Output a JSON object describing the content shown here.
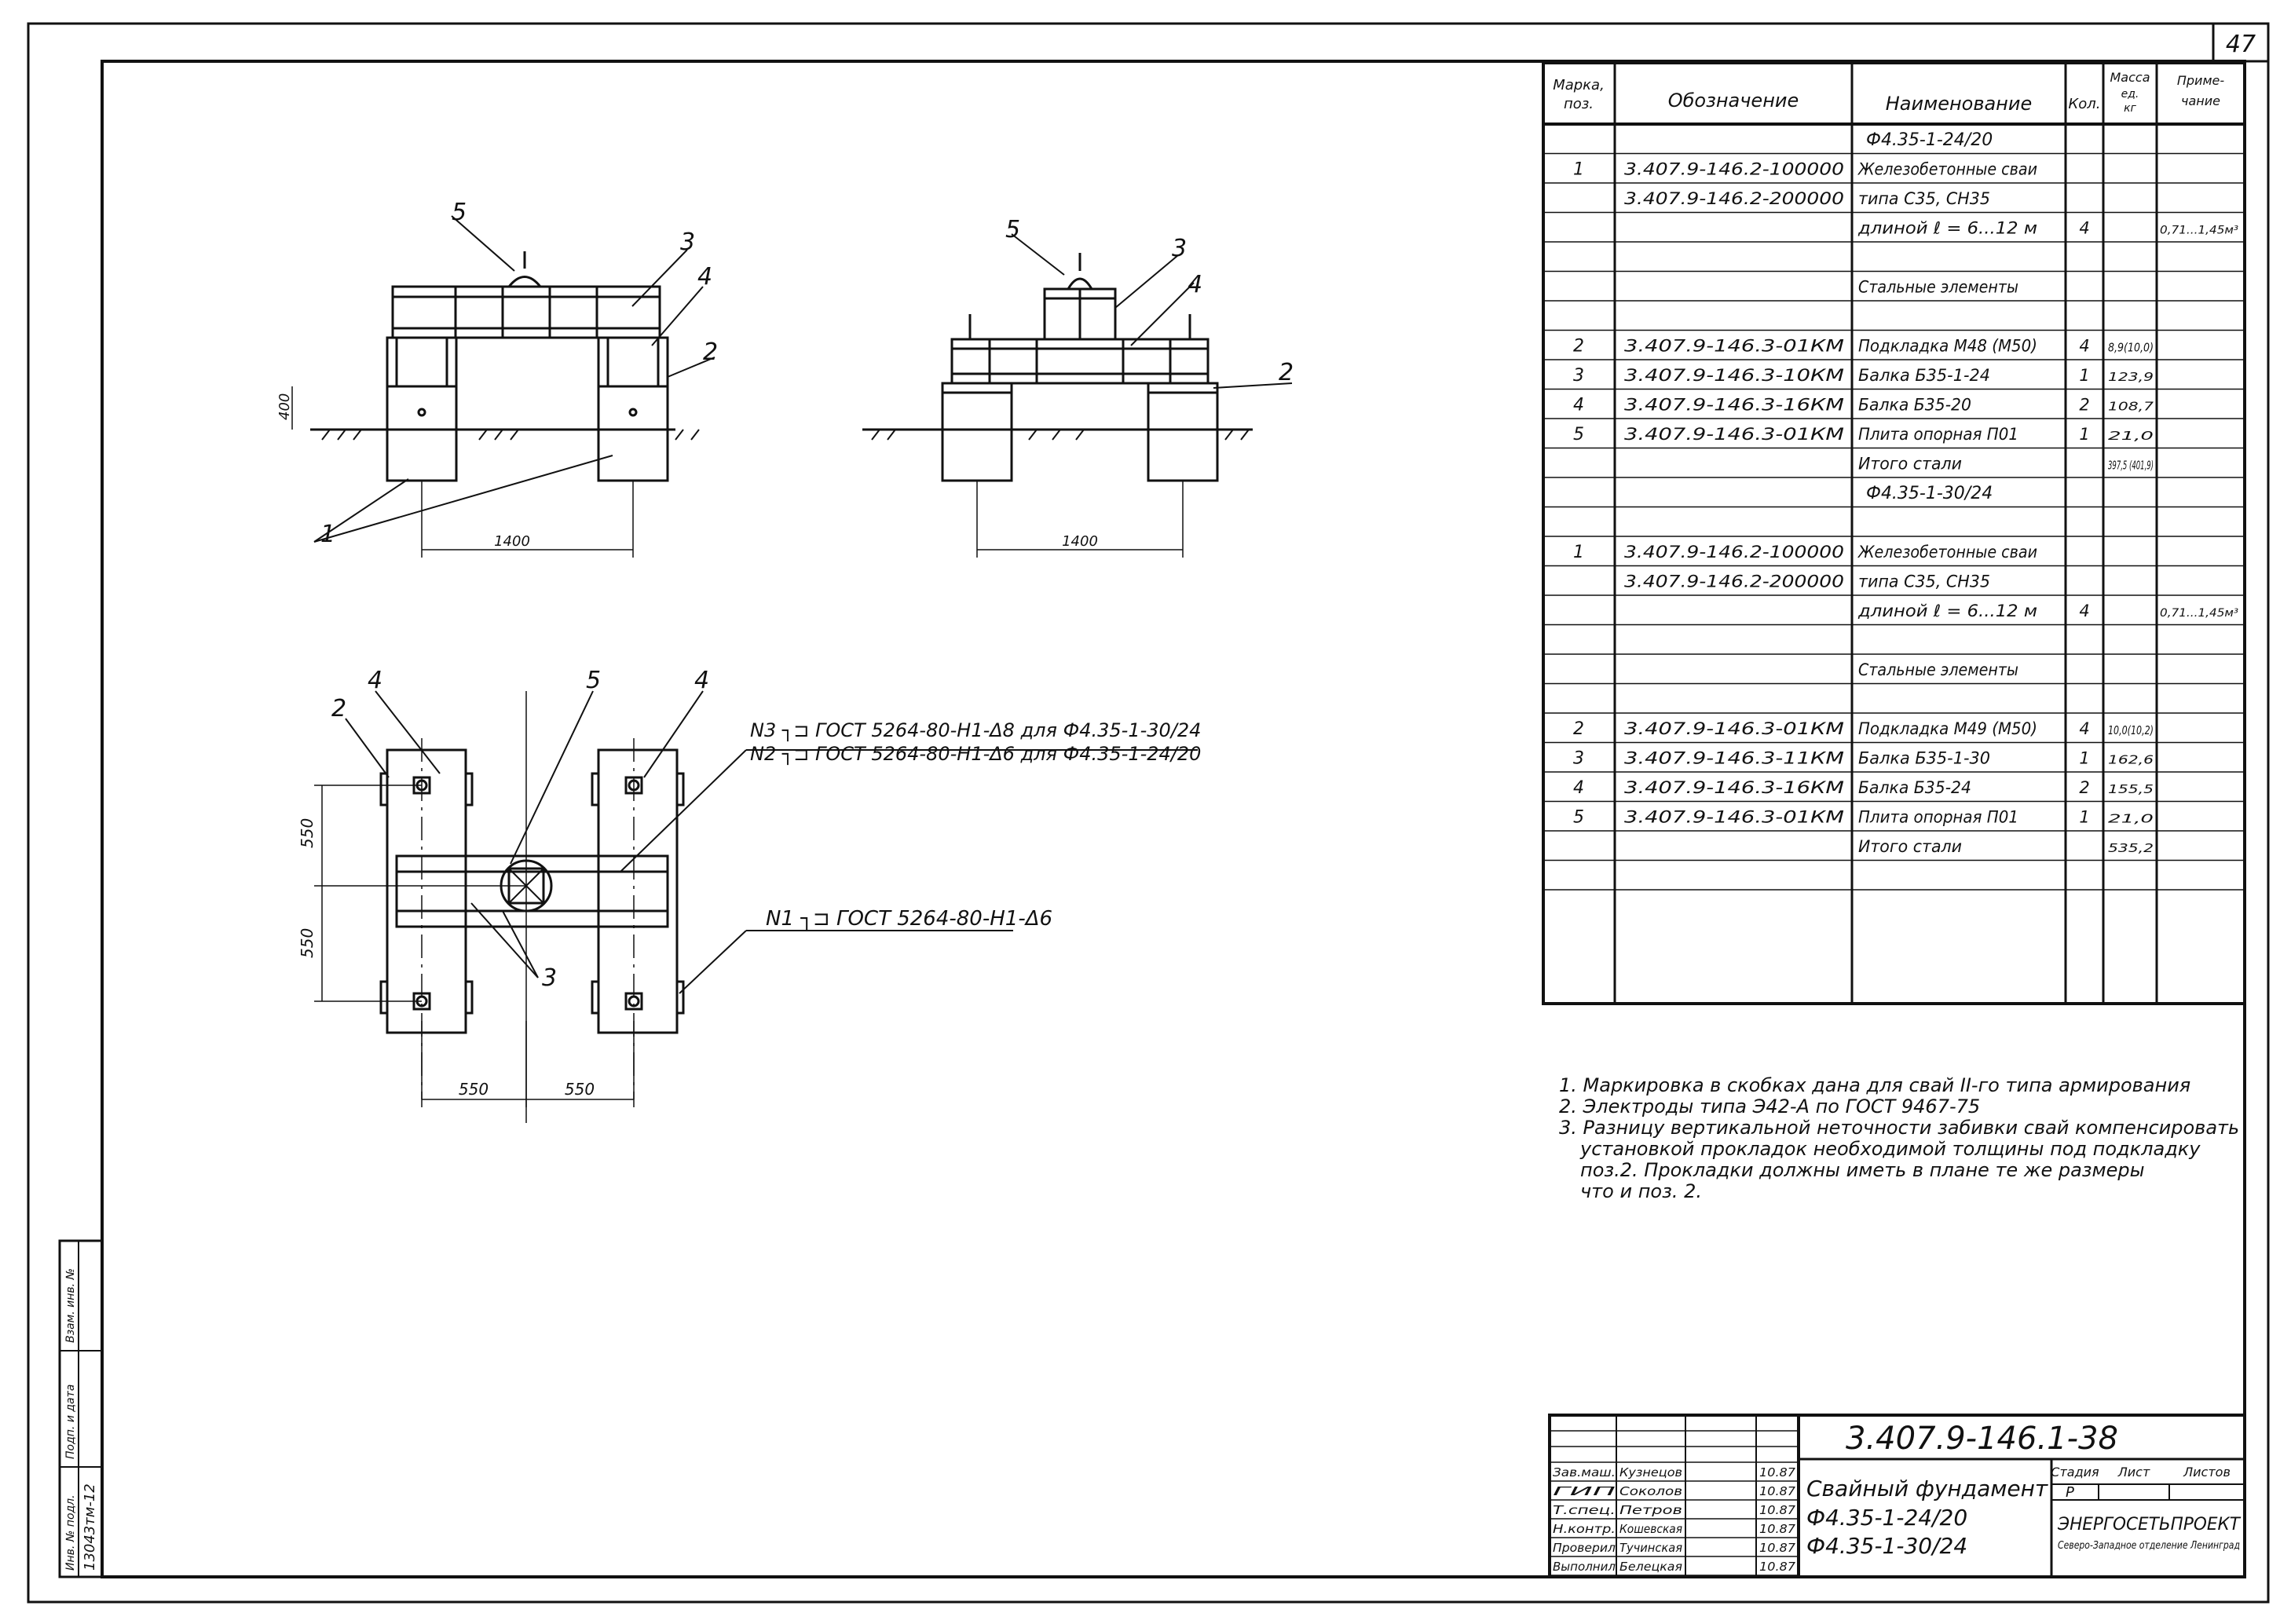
{
  "sheet_number": "47",
  "spec_table": {
    "headers": {
      "mark": "Марка, поз.",
      "designation": "Обозначение",
      "name": "Наименование",
      "qty": "Кол.",
      "mass": "Масса ед. кг",
      "note": "Приме- чание"
    },
    "sections": [
      {
        "title": "Ф4.35-1-24/20",
        "rows": [
          {
            "pos": "1",
            "desig": "3.407.9-146.2-100000",
            "name": "Железобетонные сваи",
            "qty": "",
            "mass": "",
            "note": ""
          },
          {
            "pos": "",
            "desig": "3.407.9-146.2-200000",
            "name": "типа С35, СН35",
            "qty": "",
            "mass": "",
            "note": ""
          },
          {
            "pos": "",
            "desig": "",
            "name": "длиной ℓ = 6...12 м",
            "qty": "4",
            "mass": "",
            "note": "0,71...1,45м³"
          },
          {
            "pos": "",
            "desig": "",
            "name": "",
            "qty": "",
            "mass": "",
            "note": ""
          },
          {
            "pos": "",
            "desig": "",
            "name": "Стальные элементы",
            "qty": "",
            "mass": "",
            "note": ""
          },
          {
            "pos": "",
            "desig": "",
            "name": "",
            "qty": "",
            "mass": "",
            "note": ""
          },
          {
            "pos": "2",
            "desig": "3.407.9-146.3-01КМ",
            "name": "Подкладка М48 (М50)",
            "qty": "4",
            "mass": "8,9(10,0)",
            "note": ""
          },
          {
            "pos": "3",
            "desig": "3.407.9-146.3-10КМ",
            "name": "Балка Б35-1-24",
            "qty": "1",
            "mass": "123,9",
            "note": ""
          },
          {
            "pos": "4",
            "desig": "3.407.9-146.3-16КМ",
            "name": "Балка Б35-20",
            "qty": "2",
            "mass": "108,7",
            "note": ""
          },
          {
            "pos": "5",
            "desig": "3.407.9-146.3-01КМ",
            "name": "Плита опорная П01",
            "qty": "1",
            "mass": "21,0",
            "note": ""
          },
          {
            "pos": "",
            "desig": "",
            "name": "Итого стали",
            "qty": "",
            "mass": "397,5 (401,9)",
            "note": ""
          }
        ]
      },
      {
        "title": "Ф4.35-1-30/24",
        "rows": [
          {
            "pos": "",
            "desig": "",
            "name": "",
            "qty": "",
            "mass": "",
            "note": ""
          },
          {
            "pos": "1",
            "desig": "3.407.9-146.2-100000",
            "name": "Железобетонные сваи",
            "qty": "",
            "mass": "",
            "note": ""
          },
          {
            "pos": "",
            "desig": "3.407.9-146.2-200000",
            "name": "типа С35, СН35",
            "qty": "",
            "mass": "",
            "note": ""
          },
          {
            "pos": "",
            "desig": "",
            "name": "длиной ℓ = 6...12 м",
            "qty": "4",
            "mass": "",
            "note": "0,71...1,45м³"
          },
          {
            "pos": "",
            "desig": "",
            "name": "",
            "qty": "",
            "mass": "",
            "note": ""
          },
          {
            "pos": "",
            "desig": "",
            "name": "Стальные элементы",
            "qty": "",
            "mass": "",
            "note": ""
          },
          {
            "pos": "",
            "desig": "",
            "name": "",
            "qty": "",
            "mass": "",
            "note": ""
          },
          {
            "pos": "2",
            "desig": "3.407.9-146.3-01КМ",
            "name": "Подкладка М49 (М50)",
            "qty": "4",
            "mass": "10,0(10,2)",
            "note": ""
          },
          {
            "pos": "3",
            "desig": "3.407.9-146.3-11КМ",
            "name": "Балка Б35-1-30",
            "qty": "1",
            "mass": "162,6",
            "note": ""
          },
          {
            "pos": "4",
            "desig": "3.407.9-146.3-16КМ",
            "name": "Балка Б35-24",
            "qty": "2",
            "mass": "155,5",
            "note": ""
          },
          {
            "pos": "5",
            "desig": "3.407.9-146.3-01КМ",
            "name": "Плита опорная П01",
            "qty": "1",
            "mass": "21,0",
            "note": ""
          },
          {
            "pos": "",
            "desig": "",
            "name": "Итого стали",
            "qty": "",
            "mass": "535,2",
            "note": ""
          },
          {
            "pos": "",
            "desig": "",
            "name": "",
            "qty": "",
            "mass": "",
            "note": ""
          }
        ]
      }
    ]
  },
  "notes": [
    "1. Маркировка в скобках дана для свай II-го типа армирования",
    "2. Электроды типа Э42-А по ГОСТ 9467-75",
    "3. Разницу вертикальной неточности забивки свай компенсировать",
    "установкой прокладок необходимой толщины под подкладку",
    "поз.2. Прокладки должны иметь в плане те же размеры",
    "что и поз. 2."
  ],
  "weld_labels": {
    "n3": "N3 ┐⊐ ГОСТ 5264-80-Н1-Δ8 для Ф4.35-1-30/24",
    "n2": "N2 ┐⊐ ГОСТ 5264-80-Н1-Δ6 для Ф4.35-1-24/20",
    "n1": "N1 ┐⊐ ГОСТ 5264-80-Н1-Δ6"
  },
  "drawing_labels": {
    "callouts": [
      "1",
      "2",
      "3",
      "4",
      "5"
    ],
    "dim_400": "400",
    "dim_1400": "1400",
    "dim_550": "550"
  },
  "title_block": {
    "doc_code": "3.407.9-146.1-38",
    "description": [
      "Свайный фундамент",
      "Ф4.35-1-24/20",
      "Ф4.35-1-30/24"
    ],
    "stage_header": "Стадия",
    "sheet_header": "Лист",
    "sheets_header": "Листов",
    "stage": "Р",
    "org": "ЭНЕРГОСЕТЬПРОЕКТ",
    "org_sub": "Северо-Западное отделение Ленинград",
    "signers": [
      {
        "role": "Зав.маш.",
        "name": "Кузнецов",
        "date": "10.87"
      },
      {
        "role": "ГИП",
        "name": "Соколов",
        "date": "10.87"
      },
      {
        "role": "Т.спец.",
        "name": "Петров",
        "date": "10.87"
      },
      {
        "role": "Н.контр.",
        "name": "Кошевская",
        "date": "10.87"
      },
      {
        "role": "Проверил",
        "name": "Тучинская",
        "date": "10.87"
      },
      {
        "role": "Выполнил",
        "name": "Белецкая",
        "date": "10.87"
      }
    ]
  },
  "side_stamp": {
    "inv": "Инв. № подл.",
    "inv_no": "13043тм-12",
    "sign": "Подп. и дата",
    "vzam": "Взам. инв. №"
  }
}
